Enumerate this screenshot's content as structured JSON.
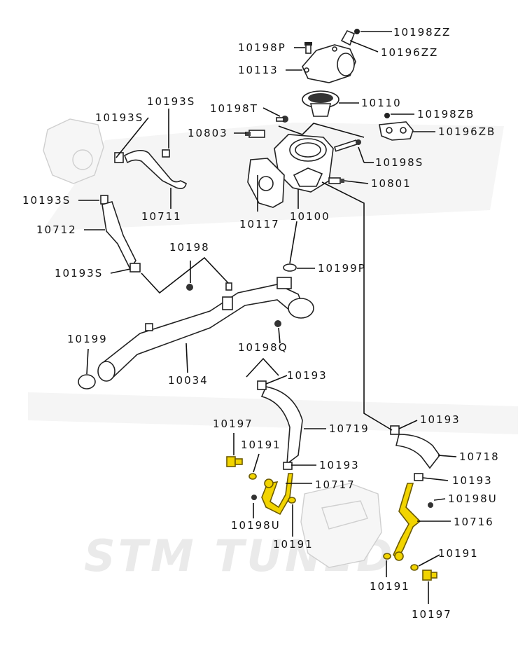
{
  "labels": {
    "p10198ZZ": "10198ZZ",
    "p10196ZZ": "10196ZZ",
    "p10198P": "10198P",
    "p10113": "10113",
    "p10110": "10110",
    "p10198T": "10198T",
    "p10198ZB": "10198ZB",
    "p10803": "10803",
    "p10196ZB": "10196ZB",
    "p10193S_a": "10193S",
    "p10193S_b": "10193S",
    "p10198S": "10198S",
    "p10801": "10801",
    "p10193S_c": "10193S",
    "p10711": "10711",
    "p10117": "10117",
    "p10100": "10100",
    "p10712": "10712",
    "p10198_a": "10198",
    "p10199P": "10199P",
    "p10193S_d": "10193S",
    "p10199": "10199",
    "p10198Q": "10198Q",
    "p10034": "10034",
    "p10193_a": "10193",
    "p10193_b": "10193",
    "p10197_a": "10197",
    "p10719": "10719",
    "p10191_a": "10191",
    "p10718": "10718",
    "p10193_c": "10193",
    "p10193_d": "10193",
    "p10717": "10717",
    "p10198U_a": "10198U",
    "p10716": "10716",
    "p10198U_b": "10198U",
    "p10191_b": "10191",
    "p10191_c": "10191",
    "p10191_d": "10191",
    "p10197_b": "10197"
  },
  "watermark": "STM TUNED",
  "colors": {
    "highlight": "#f2d400",
    "line": "#111111",
    "watermark": "#ececec"
  }
}
